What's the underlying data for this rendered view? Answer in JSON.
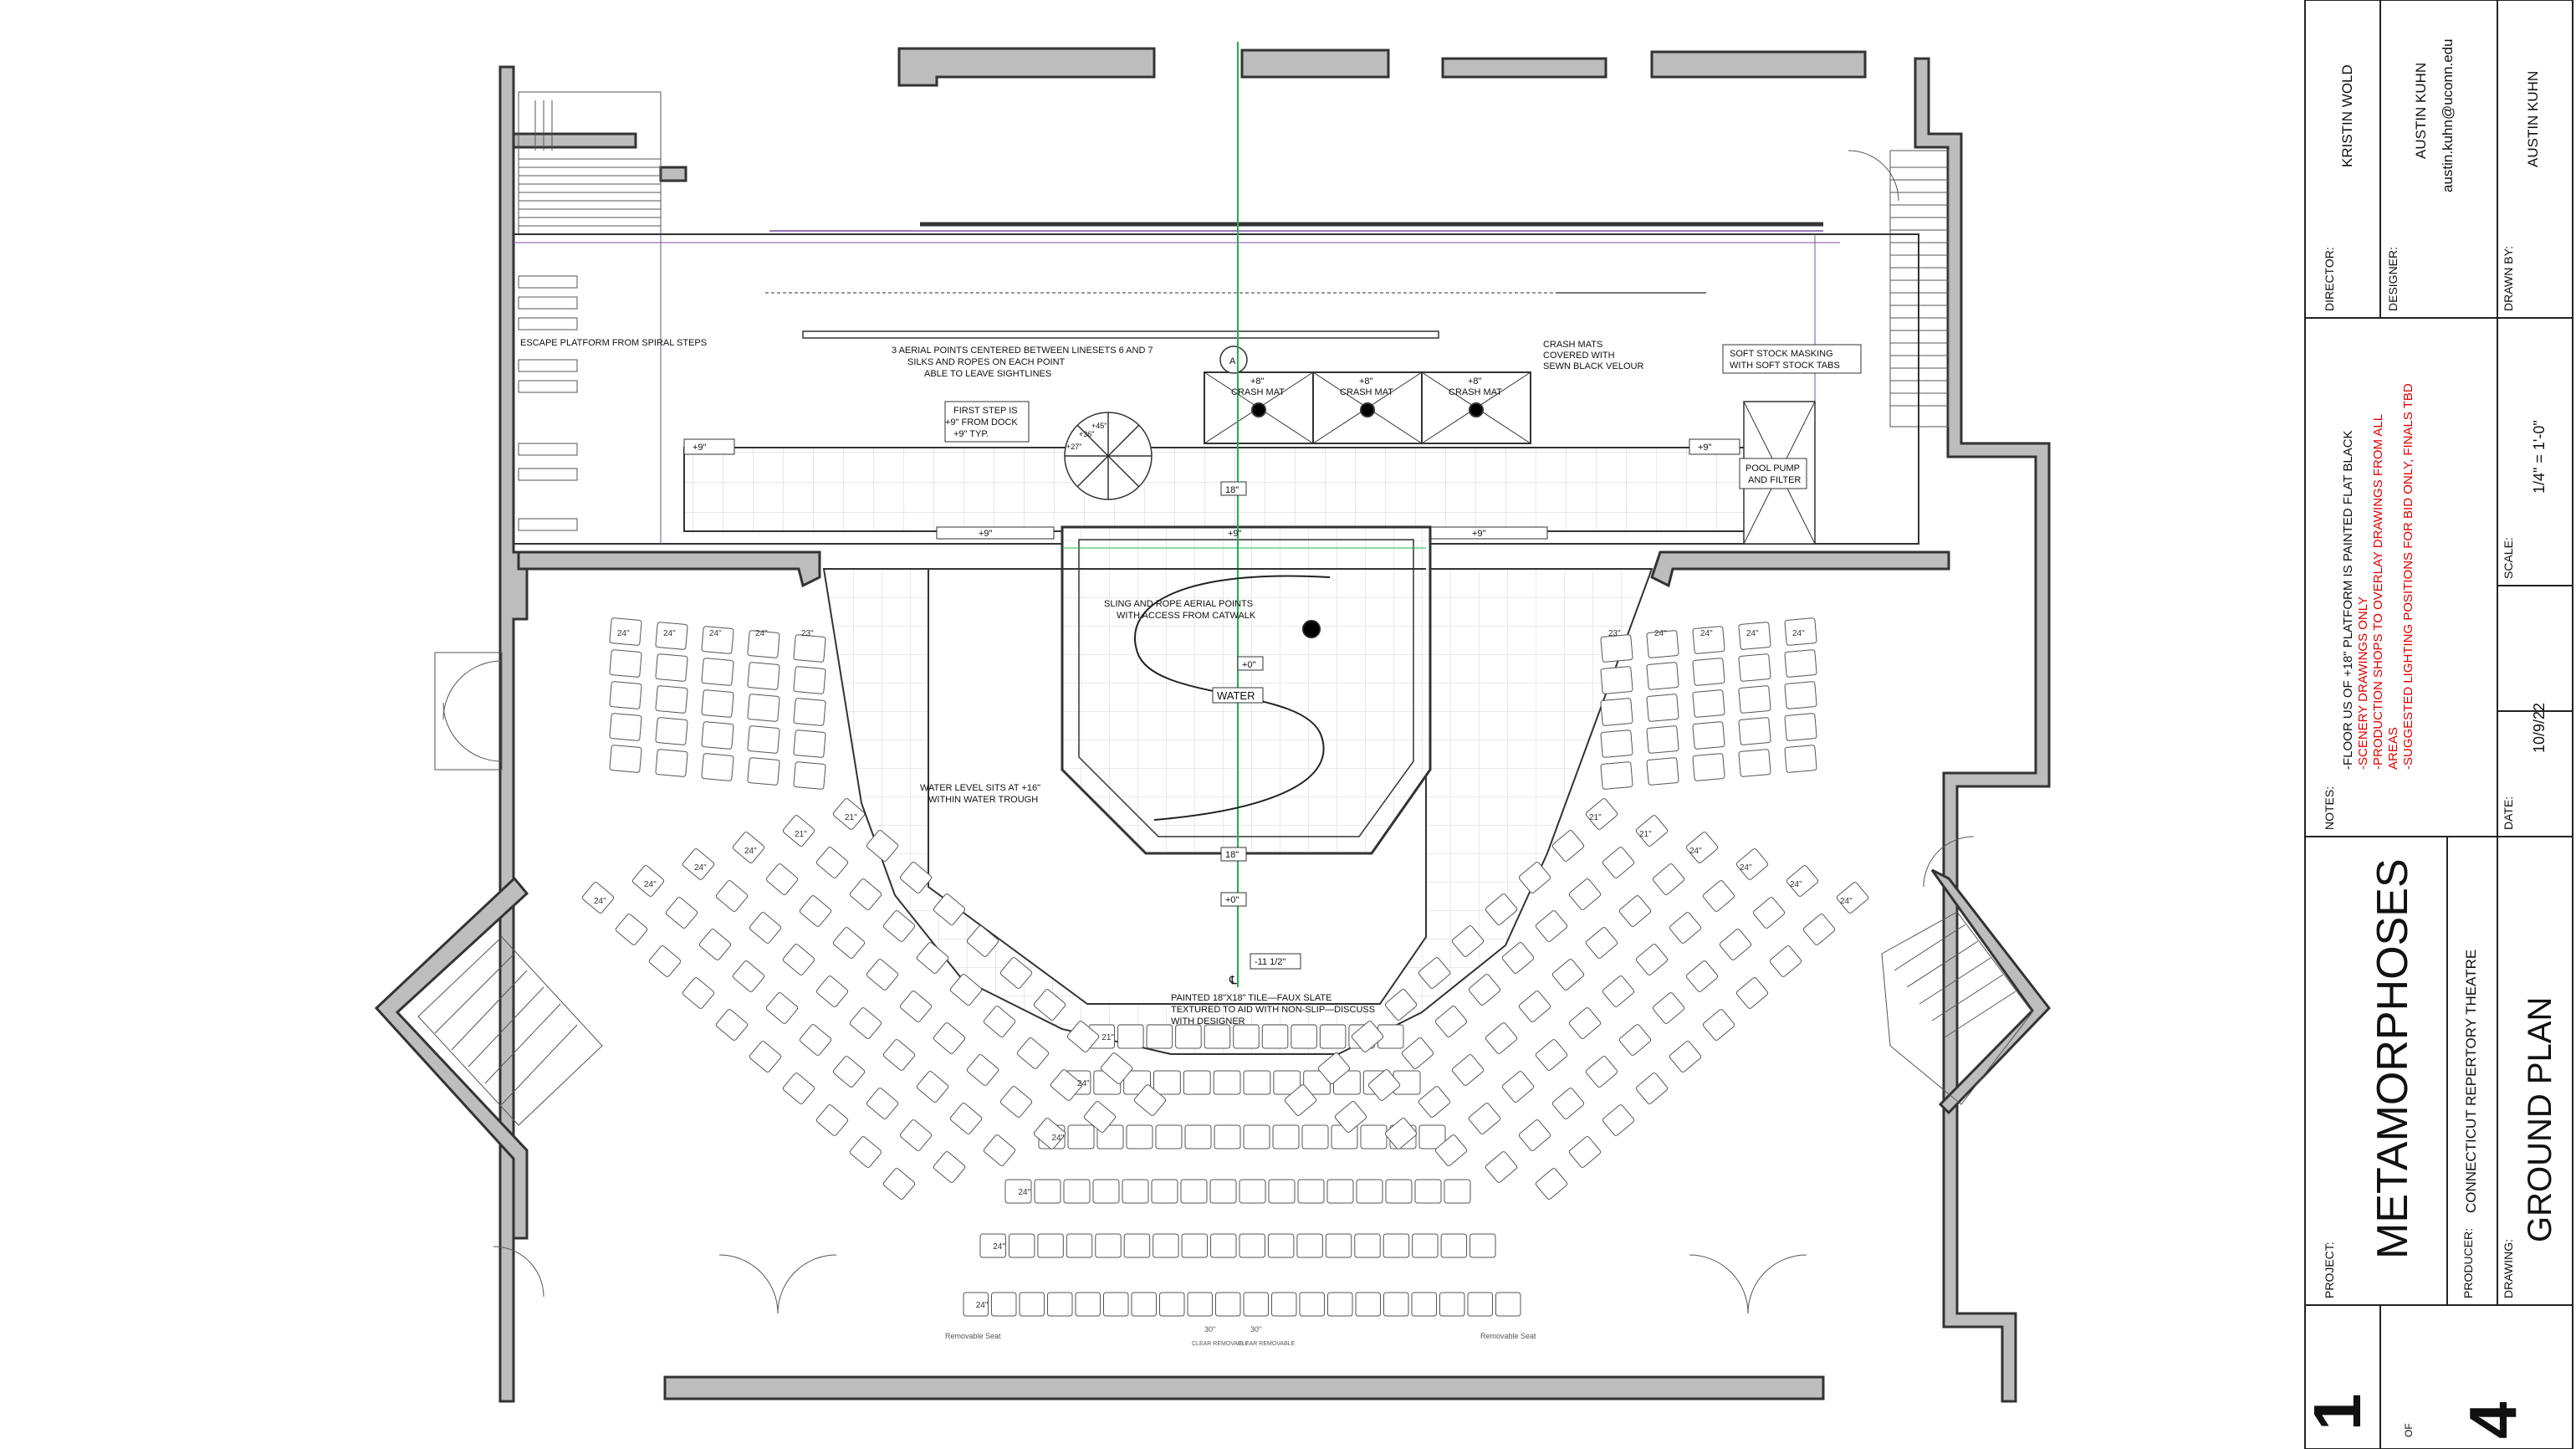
{
  "title_block": {
    "director_label": "DIRECTOR:",
    "director": "KRISTIN WOLD",
    "designer_label": "DESIGNER:",
    "designer": "AUSTIN KUHN",
    "designer_email": "austin.kuhn@uconn.edu",
    "drawn_by_label": "DRAWN BY:",
    "drawn_by": "AUSTIN KUHN",
    "notes_label": "NOTES:",
    "notes": [
      "-FLOOR US OF +18\" PLATFORM IS PAINTED FLAT BLACK",
      "-SCENERY DRAWINGS ONLY",
      "-PRODUCTION SHOPS TO OVERLAY DRAWINGS FROM ALL",
      "AREAS",
      "-SUGGESTED LIGHTING POSITIONS FOR BID ONLY, FINALS TBD"
    ],
    "scale_label": "SCALE:",
    "scale": "1/4\" = 1'-0\"",
    "date_label": "DATE:",
    "date": "10/9/22",
    "project_label": "PROJECT:",
    "project": "METAMORPHOSES",
    "producer_label": "PRODUCER:",
    "producer": "CONNECTICUT REPERTORY THEATRE",
    "drawing_label": "DRAWING:",
    "drawing": "GROUND PLAN",
    "sheet_number": "1",
    "sheet_of": "OF",
    "sheet_total": "4"
  },
  "plan_labels": {
    "escape_platform": "ESCAPE PLATFORM FROM SPIRAL STEPS",
    "aerial_points": [
      "3 AERIAL POINTS CENTERED BETWEEN LINESETS 6 AND 7",
      "SILKS AND ROPES ON EACH POINT",
      "ABLE TO LEAVE SIGHTLINES"
    ],
    "crash_mats_note": [
      "CRASH MATS",
      "COVERED WITH",
      "SEWN BLACK VELOUR"
    ],
    "soft_masking": [
      "SOFT STOCK MASKING",
      "WITH SOFT STOCK TABS"
    ],
    "first_step": [
      "FIRST STEP IS",
      "+9\" FROM DOCK",
      "+9\" TYP."
    ],
    "crash_mat": "+8\"\nCRASH MAT",
    "crash_mat_elev": "+8\"",
    "crash_mat_text": "CRASH MAT",
    "pool_pump": [
      "POOL PUMP",
      "AND FILTER"
    ],
    "sling_rope": [
      "SLING AND ROPE AERIAL POINTS",
      "WITH ACCESS FROM CATWALK"
    ],
    "water": "WATER",
    "water_level": [
      "WATER LEVEL SITS AT +16\"",
      "WITHIN WATER TROUGH"
    ],
    "painted_tile": [
      "PAINTED 18\"X18\" TILE—FAUX SLATE",
      "TEXTURED TO AID WITH NON-SLIP—DISCUSS",
      "WITH DESIGNER"
    ],
    "elev_9": "+9\"",
    "elev_18": "18\"",
    "elev_0": "+0\"",
    "elev_neg": "-11 1/2\"",
    "centerline": "℄",
    "spiral_a": "A",
    "spiral_45": "+45\"",
    "spiral_36": "+36\"",
    "spiral_27": "+27\"",
    "seat_24": "24\"",
    "seat_23": "23\"",
    "seat_21": "21\"",
    "removable_seat": "Removable Seat",
    "dim_30": "30\"",
    "clear_removable": "CLEAR REMOVABLE"
  }
}
